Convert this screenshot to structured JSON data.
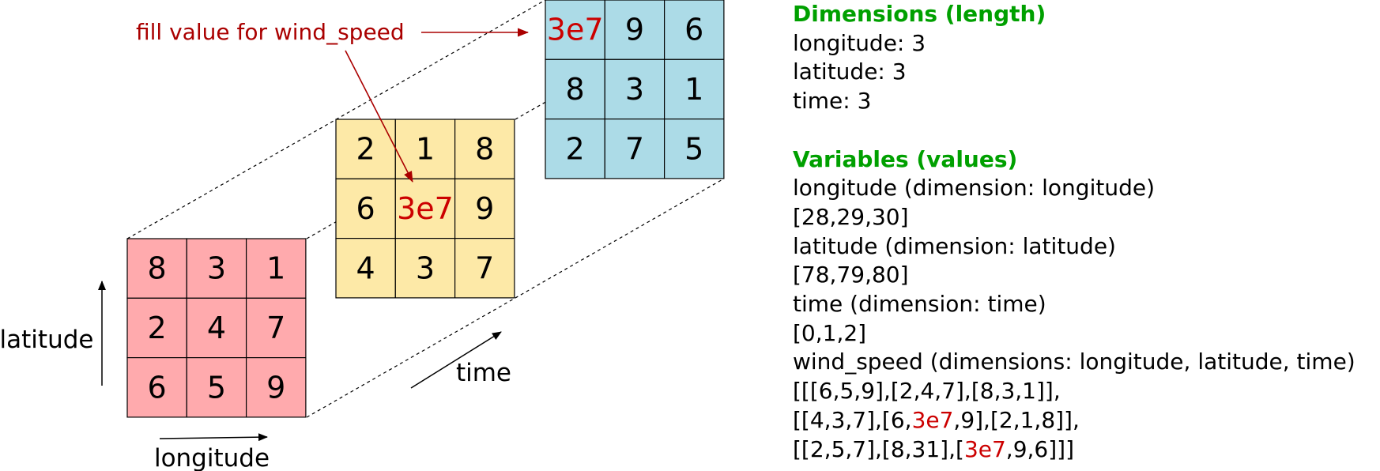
{
  "colors": {
    "grid_front": "#ffaaad",
    "grid_middle": "#fde9a7",
    "grid_back": "#acdbe7",
    "fill_value": "#cc0000",
    "annotation": "#aa0000",
    "heading": "#00a000"
  },
  "grids": [
    {
      "name": "front",
      "cells": [
        [
          "8",
          "3",
          "1"
        ],
        [
          "2",
          "4",
          "7"
        ],
        [
          "6",
          "5",
          "9"
        ]
      ]
    },
    {
      "name": "middle",
      "cells": [
        [
          "2",
          "1",
          "8"
        ],
        [
          "6",
          "3e7",
          "9"
        ],
        [
          "4",
          "3",
          "7"
        ]
      ]
    },
    {
      "name": "back",
      "cells": [
        [
          "3e7",
          "9",
          "6"
        ],
        [
          "8",
          "3",
          "1"
        ],
        [
          "2",
          "7",
          "5"
        ]
      ]
    }
  ],
  "fill_value_text": "3e7",
  "axes": {
    "latitude": "latitude",
    "longitude": "longitude",
    "time": "time"
  },
  "annotation": "fill value for wind_speed",
  "panel": {
    "dimensions_heading": "Dimensions (length)",
    "dimensions": [
      "longitude: 3",
      "latitude: 3",
      "time: 3"
    ],
    "variables_heading": "Variables (values)",
    "variables": [
      [
        {
          "t": "longitude (dimension: longitude)"
        }
      ],
      [
        {
          "t": "[28,29,30]"
        }
      ],
      [
        {
          "t": "latitude (dimension: latitude)"
        }
      ],
      [
        {
          "t": "[78,79,80]"
        }
      ],
      [
        {
          "t": "time (dimension: time)"
        }
      ],
      [
        {
          "t": "[0,1,2]"
        }
      ],
      [
        {
          "t": "wind_speed (dimensions: longitude, latitude, time)"
        }
      ],
      [
        {
          "t": "[[[6,5,9],[2,4,7],[8,3,1]],"
        }
      ],
      [
        {
          "t": "[[4,3,7],[6,"
        },
        {
          "t": "3e7",
          "hl": true
        },
        {
          "t": ",9],[2,1,8]],"
        }
      ],
      [
        {
          "t": "[[2,5,7],[8,31],["
        },
        {
          "t": "3e7",
          "hl": true
        },
        {
          "t": ",9,6]]]"
        }
      ]
    ]
  }
}
